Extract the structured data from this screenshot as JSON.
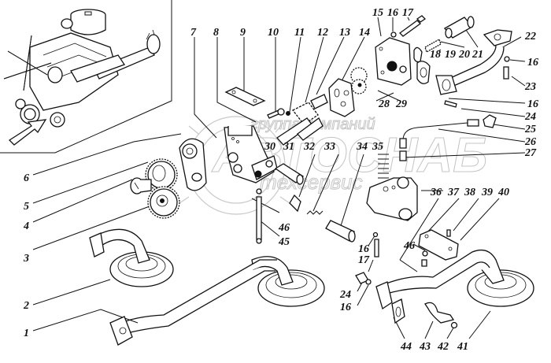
{
  "diagram": {
    "title": "Oil pump assembly — exploded view",
    "watermark": {
      "line1": "группа компаний",
      "line2": "АВТОСНАБ",
      "line3": "техсервис"
    },
    "inset": {
      "name": "engine-location-inset",
      "description": "Engine with arrow pointing to oil pump location"
    },
    "callouts": [
      "1",
      "2",
      "3",
      "4",
      "5",
      "6",
      "7",
      "8",
      "9",
      "10",
      "11",
      "12",
      "13",
      "14",
      "15",
      "16",
      "17",
      "18",
      "19",
      "20",
      "21",
      "22",
      "16",
      "23",
      "16",
      "24",
      "25",
      "26",
      "27",
      "28",
      "29",
      "30",
      "31",
      "32",
      "33",
      "34",
      "35",
      "36",
      "37",
      "38",
      "39",
      "40",
      "46",
      "16",
      "17",
      "46",
      "45",
      "24",
      "16",
      "44",
      "43",
      "42",
      "41"
    ]
  }
}
